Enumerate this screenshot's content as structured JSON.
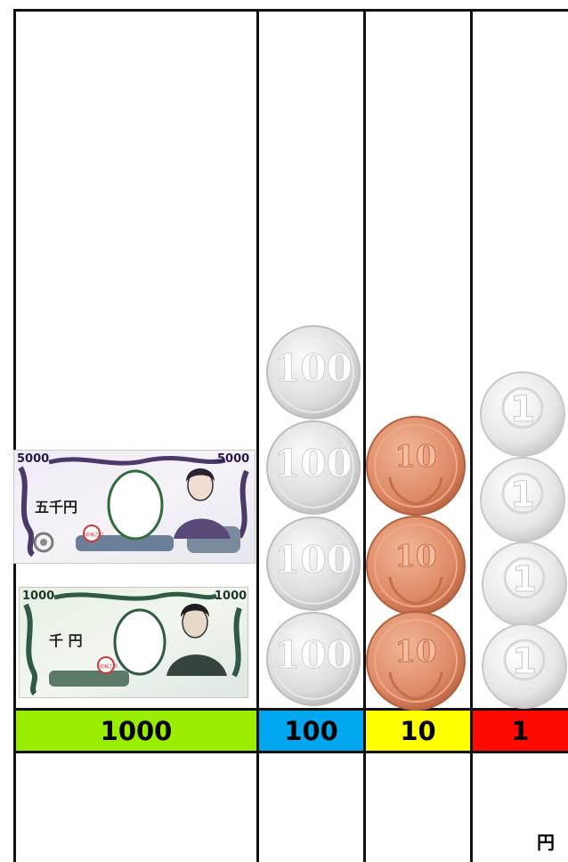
{
  "columns": [
    {
      "label": "1000",
      "color": "#99ee00"
    },
    {
      "label": "100",
      "color": "#00a7ee"
    },
    {
      "label": "10",
      "color": "#ffff00"
    },
    {
      "label": "1",
      "color": "#ff0a00"
    }
  ],
  "unit_label": "円",
  "notes": {
    "five_thousand": {
      "denomination": "5000",
      "kanji": "五千円",
      "seal": "総裁之印"
    },
    "one_thousand": {
      "denomination": "1000",
      "kanji": "千 円",
      "seal": "総裁之印"
    }
  },
  "coins": {
    "hundred": {
      "value": "100",
      "count": 4
    },
    "ten": {
      "value": "10",
      "count": 3
    },
    "one": {
      "value": "1",
      "count": 4
    }
  }
}
